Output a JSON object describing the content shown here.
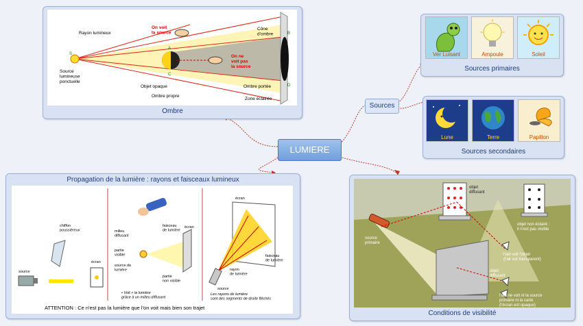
{
  "central": {
    "label": "LUMIERE"
  },
  "sources_node": {
    "label": "Sources"
  },
  "ombre": {
    "caption": "Ombre",
    "labels": {
      "rayon": "Rayon lumineux",
      "on_voit": "On voit\nla source",
      "cone": "Cône\nd'ombre",
      "on_ne_voit": "On ne\nvoit pas\nla source",
      "source": "Source\nlumineuse\nponctuelle",
      "objet": "Objet opaque",
      "ombre_propre": "Ombre propre",
      "ombre_portee": "Ombre portée",
      "zone": "Zone éclairée",
      "pt_s": "S",
      "pt_a": "A",
      "pt_b": "B",
      "pt_c": "C",
      "pt_d": "D"
    }
  },
  "primaires": {
    "caption": "Sources primaires",
    "items": [
      {
        "label": "Ver Luisant",
        "icon": "glowworm-icon"
      },
      {
        "label": "Ampoule",
        "icon": "bulb-icon"
      },
      {
        "label": "Soleil",
        "icon": "sun-icon"
      }
    ]
  },
  "secondaires": {
    "caption": "Sources secondaires",
    "items": [
      {
        "label": "Lune",
        "icon": "moon-icon"
      },
      {
        "label": "Terre",
        "icon": "earth-icon"
      },
      {
        "label": "Papillon",
        "icon": "butterfly-icon"
      }
    ]
  },
  "propagation": {
    "caption": "Propagation de la lumière : rayons et faisceaux lumineux",
    "footer": "ATTENTION : Ce n'est pas la lumière que l'on voit mais bien son trajet",
    "labels": {
      "chiffon": "chiffon\npoussiéreux",
      "source": "source",
      "ecran1": "écran",
      "milieu": "milieu\ndiffusant",
      "faisceau": "faisceau\nde lumière",
      "partie_visible": "partie\nvisible",
      "ecran2": "écran",
      "source_lum": "source de\nlumière",
      "non_visible": "partie\nnon visible",
      "voit": "• Voit » la lumière\ngrâce à un milieu diffusant",
      "ecran3": "écran",
      "faisceau3": "faisceau\nde lumière",
      "rayon3": "rayon\nde lumière",
      "source3": "source",
      "rayons_note": "Les rayons de lumière\nsont des segments de droite fléchés"
    }
  },
  "visibilite": {
    "caption": "Conditions de visibilité",
    "labels": {
      "objet_diffusant_top": "objet\ndiffusant",
      "source_primaire": "source\nprimaire",
      "non_eclaire": "objet non éclairé :\nil n'est pas visible",
      "voit_objet": "l'œil voit l'objet\n(l'air est transparent)",
      "objet_diffusant": "objet\ndiffusant",
      "ne_voit": "l'œil ne voit ni la source\nprimaire ni la carte\n(l'écran est opaque)"
    }
  },
  "colors": {
    "accent": "#6f9fdb",
    "panel": "#d8e2f2",
    "caption": "#1f3a78",
    "connector": "#c0392b"
  }
}
